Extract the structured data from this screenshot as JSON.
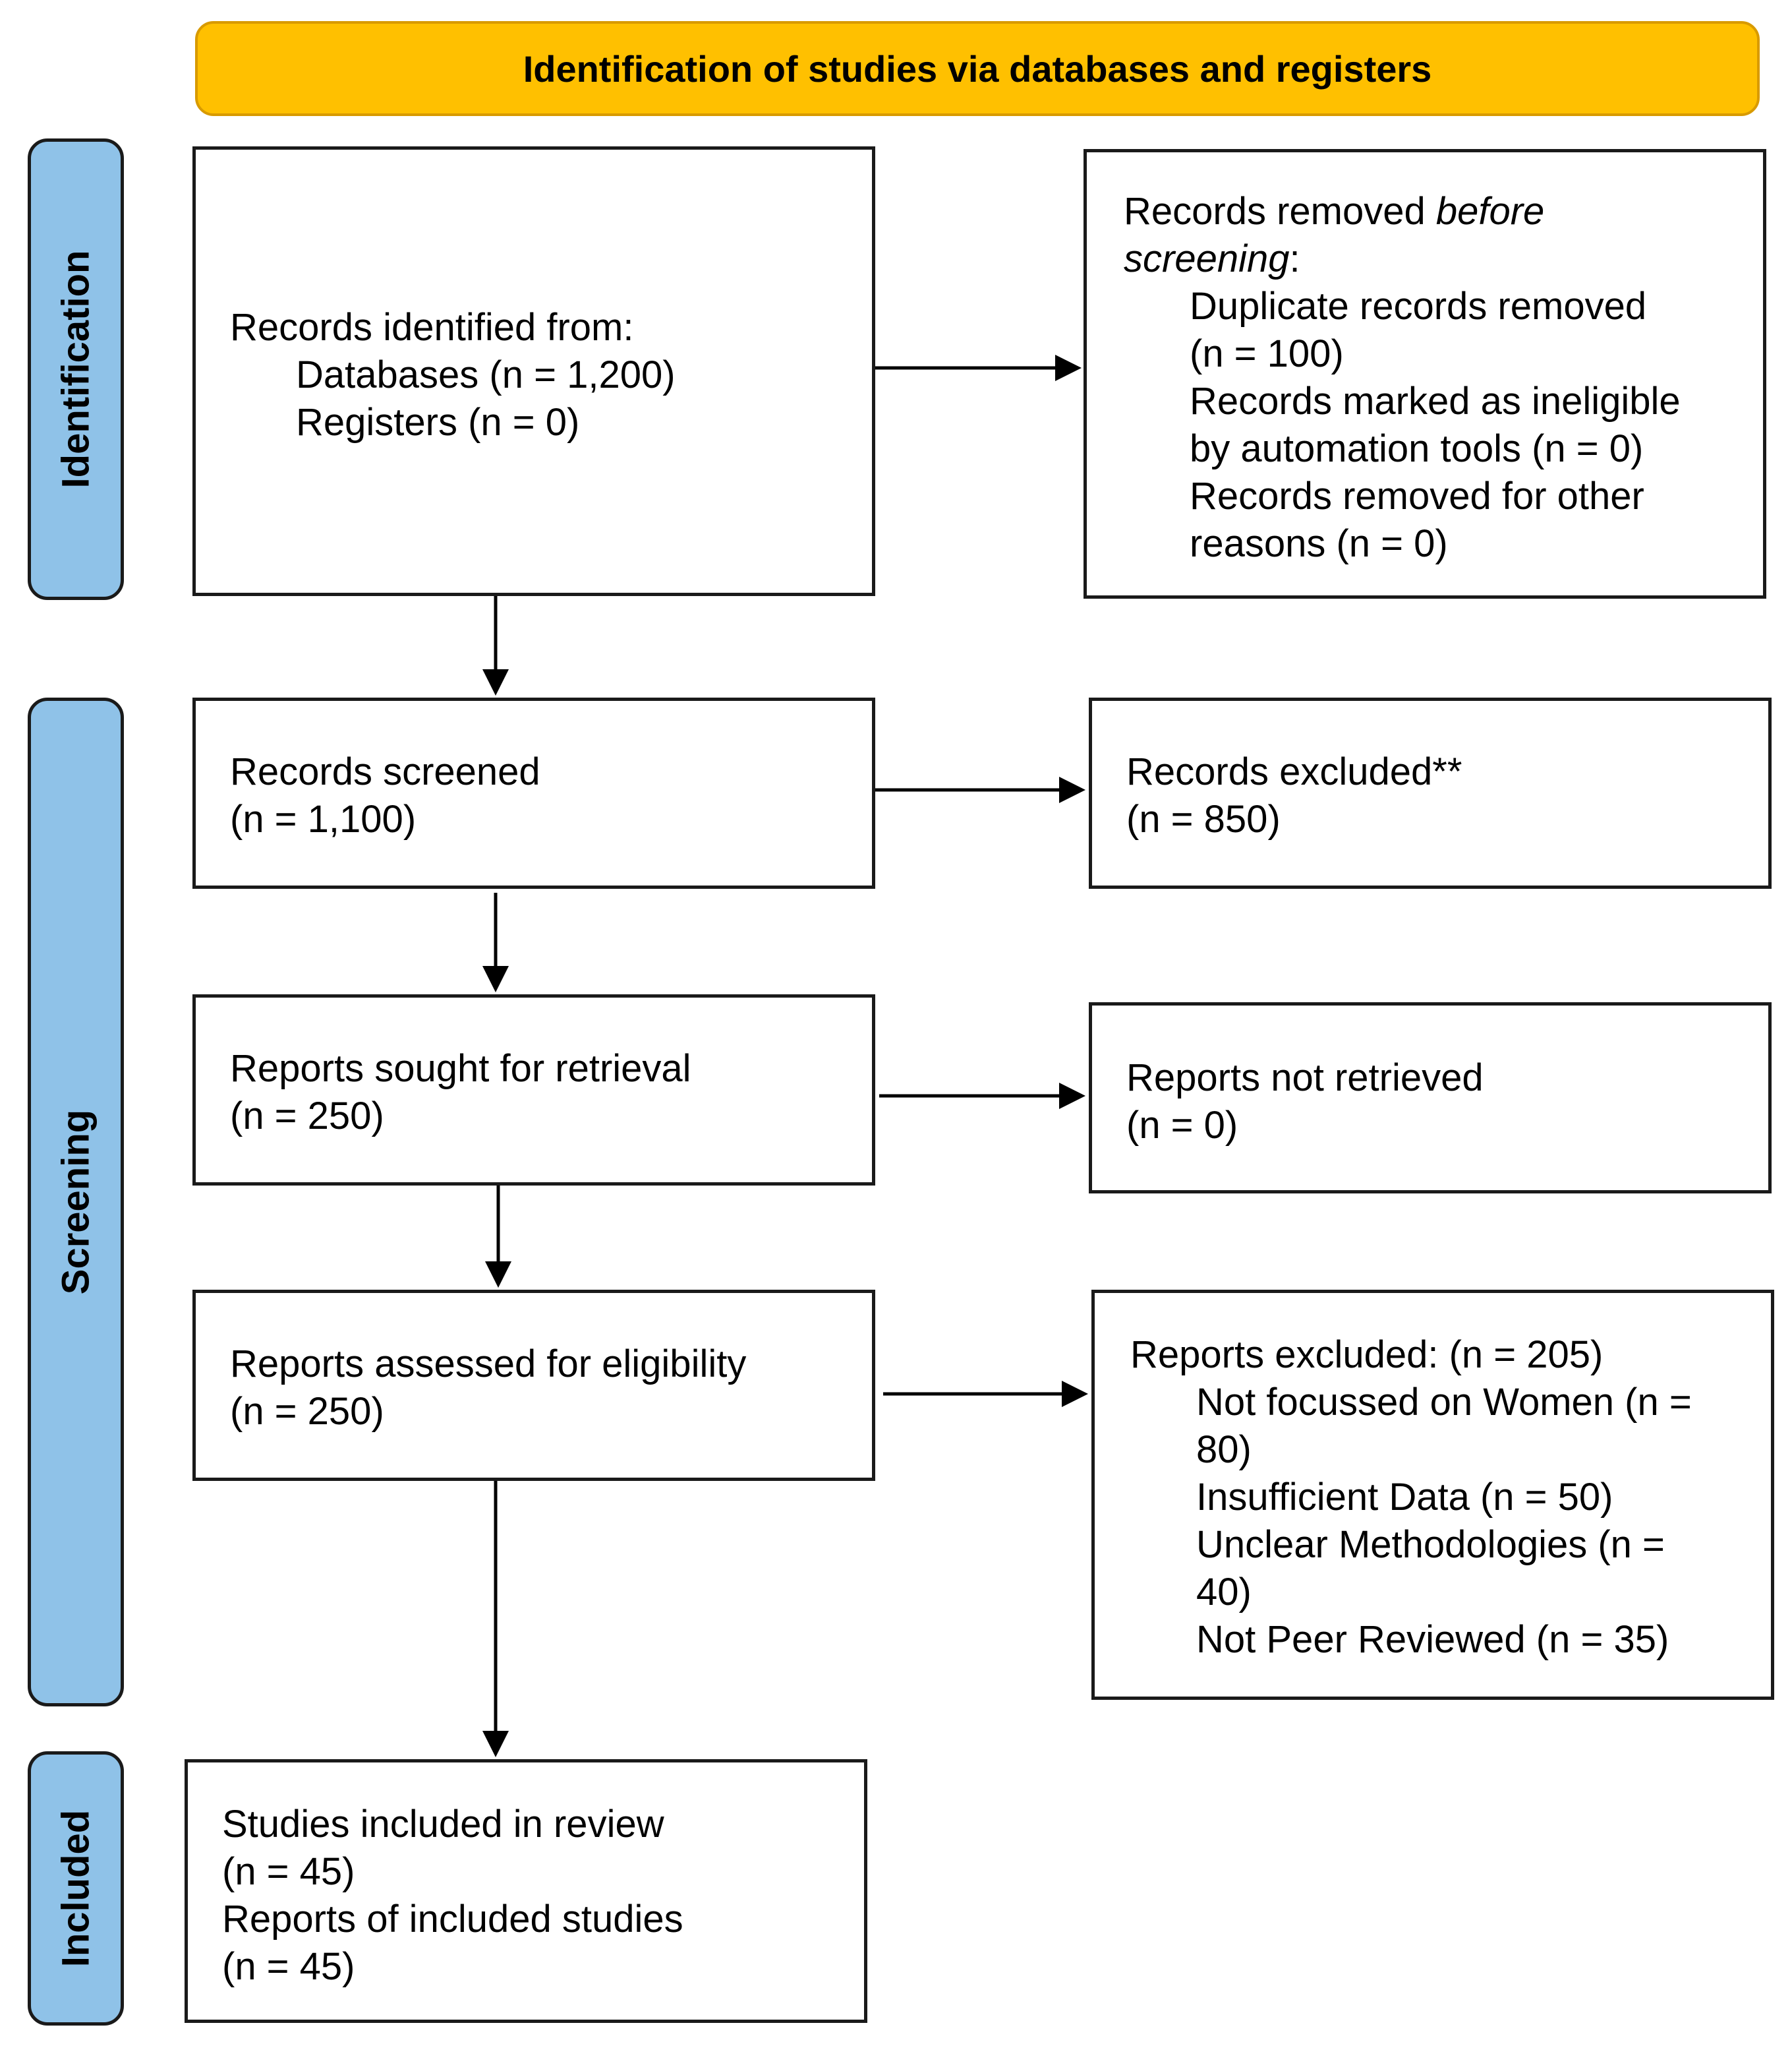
{
  "header": {
    "title": "Identification of studies via databases and registers"
  },
  "phases": {
    "identification": "Identification",
    "screening": "Screening",
    "included": "Included"
  },
  "identified": {
    "title": "Records identified from:",
    "databases": "Databases (n = 1,200)",
    "registers": "Registers (n = 0)"
  },
  "removed": {
    "title_a": "Records removed ",
    "title_b": "before",
    "title_c": "screening",
    "title_d": ":",
    "dup_1": "Duplicate records removed",
    "dup_2": "(n = 100)",
    "inel_1": "Records marked as ineligible",
    "inel_2": "by automation tools (n = 0)",
    "other_1": "Records removed for other",
    "other_2": "reasons (n = 0)"
  },
  "screened": {
    "label": "Records screened",
    "count": "(n = 1,100)"
  },
  "excluded": {
    "label": "Records excluded**",
    "count": "(n = 850)"
  },
  "sought": {
    "label": "Reports sought for retrieval",
    "count": "(n = 250)"
  },
  "not_retrieved": {
    "label": "Reports not retrieved",
    "count": "(n = 0)"
  },
  "assessed": {
    "label": "Reports assessed for eligibility",
    "count": "(n = 250)"
  },
  "reports_excluded": {
    "title": "Reports excluded: (n = 205)",
    "r1a": "Not focussed on Women (n =",
    "r1b": "80)",
    "r2": "Insufficient Data (n = 50)",
    "r3a": "Unclear Methodologies (n =",
    "r3b": "40)",
    "r4": "Not Peer Reviewed (n = 35)"
  },
  "included": {
    "studies_label": "Studies included in review",
    "studies_count": "(n = 45)",
    "reports_label": "Reports of included studies",
    "reports_count": "(n = 45)"
  }
}
